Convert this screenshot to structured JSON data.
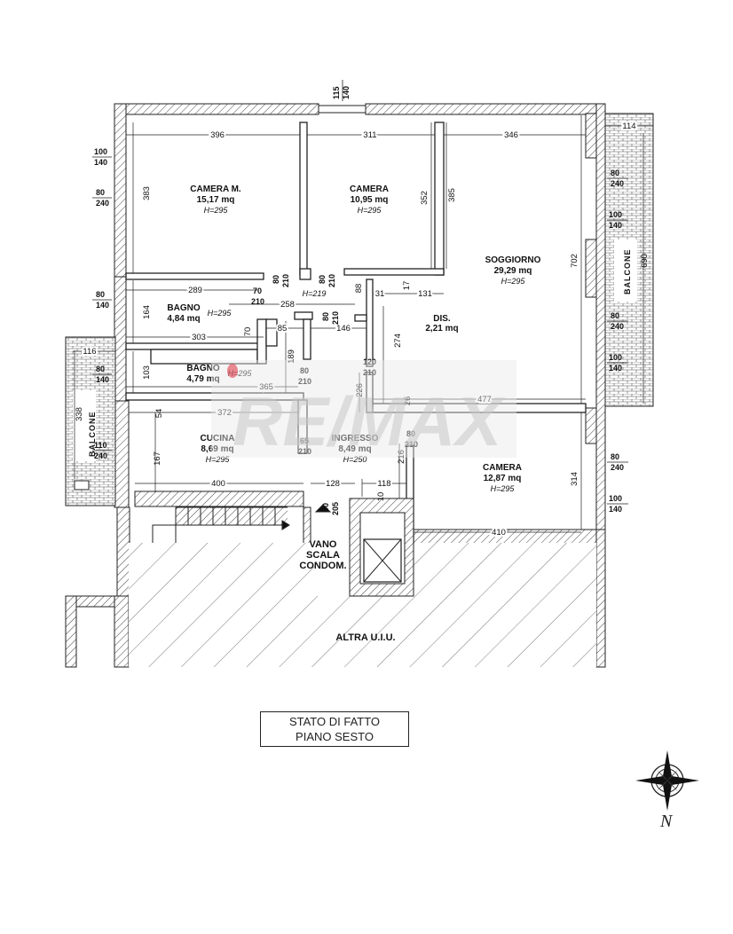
{
  "rooms": [
    {
      "name": "CAMERA M.",
      "area": "15,17 mq",
      "height": "H=295"
    },
    {
      "name": "CAMERA",
      "area": "10,95 mq",
      "height": "H=295"
    },
    {
      "name": "SOGGIORNO",
      "area": "29,29 mq",
      "height": "H=295"
    },
    {
      "name": "BAGNO",
      "area": "4,84 mq",
      "height": "H=295"
    },
    {
      "name": "DIS.",
      "area": "2,21 mq",
      "height": ""
    },
    {
      "name": "BAGNO",
      "area": "4,79 mq",
      "height": "H=295"
    },
    {
      "name": "CUCINA",
      "area": "8,69 mq",
      "height": "H=295"
    },
    {
      "name": "INGRESSO",
      "area": "8,49 mq",
      "height": "H=250"
    },
    {
      "name": "CAMERA",
      "area": "12,87 mq",
      "height": "H=295"
    }
  ],
  "dimensions": {
    "d396": "396",
    "d311": "311",
    "d346": "346",
    "d114": "114",
    "d383": "383",
    "d352": "352",
    "d385": "385",
    "d702": "702",
    "d690": "690",
    "d289": "289",
    "d258": "258",
    "d31": "31",
    "d131": "131",
    "d17": "17",
    "d88": "88",
    "d164": "164",
    "d303": "303",
    "d70": "70",
    "d85": "85",
    "d146": "146",
    "d274": "274",
    "d116": "116",
    "d103": "103",
    "d189": "189",
    "d365": "365",
    "d226": "226",
    "d26": "26",
    "d477": "477",
    "d338": "338",
    "d54": "54",
    "d372": "372",
    "d167": "167",
    "d400": "400",
    "d128": "128",
    "d118": "118",
    "d10": "10",
    "d216": "216",
    "d314": "314",
    "d410": "410",
    "h219": "H=219"
  },
  "openings": {
    "w_top": [
      "115",
      "140"
    ],
    "w_l1": [
      "100",
      "140"
    ],
    "w_l2": [
      "80",
      "240"
    ],
    "w_l3": [
      "80",
      "140"
    ],
    "w_l4": [
      "80",
      "140"
    ],
    "w_l5": [
      "110",
      "240"
    ],
    "w_r1": [
      "80",
      "240"
    ],
    "w_r2": [
      "100",
      "140"
    ],
    "w_r3": [
      "80",
      "240"
    ],
    "w_r4": [
      "100",
      "140"
    ],
    "w_r5": [
      "80",
      "240"
    ],
    "w_r6": [
      "100",
      "140"
    ],
    "d_cm": [
      "80",
      "210"
    ],
    "d_cam": [
      "80",
      "210"
    ],
    "d_b1": [
      "70",
      "210"
    ],
    "d_dis": [
      "80",
      "210"
    ],
    "d_b2": [
      "80",
      "210"
    ],
    "d_120": [
      "120",
      "210"
    ],
    "d_cuc": [
      "65",
      "210"
    ],
    "d_cam2": [
      "80",
      "210"
    ],
    "d_ing": [
      "90",
      "205"
    ]
  },
  "labels": {
    "balcone_left": "BALCONE",
    "balcone_right": "BALCONE",
    "vano_1": "VANO",
    "vano_2": "SCALA",
    "vano_3": "CONDOM.",
    "altra": "ALTRA U.I.U.",
    "watermark": "RE/MAX"
  },
  "title": {
    "line1": "STATO DI FATTO",
    "line2": "PIANO SESTO"
  },
  "north_label": "N",
  "colors": {
    "wall": "#222222",
    "hatch": "#555555",
    "watermark": "#c9c9c9",
    "logo_red": "#dc1c2e"
  }
}
